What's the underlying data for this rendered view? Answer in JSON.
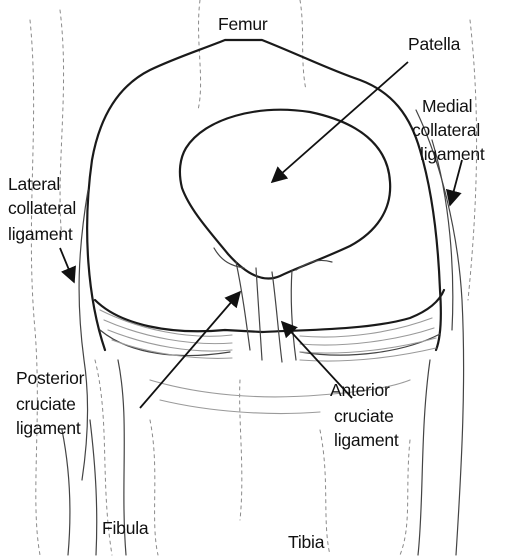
{
  "labels": {
    "femur": "Femur",
    "patella": "Patella",
    "medial_line1": "Medial",
    "medial_line2": "collateral",
    "medial_line3": "ligament",
    "lateral_line1": "Lateral",
    "lateral_line2": "collateral",
    "lateral_line3": "ligament",
    "posterior_line1": "Posterior",
    "posterior_line2": "cruciate",
    "posterior_line3": "ligament",
    "anterior_line1": "Anterior",
    "anterior_line2": "cruciate",
    "anterior_line3": "ligament",
    "fibula": "Fibula",
    "tibia": "Tibia"
  },
  "colors": {
    "line": "#1a1a1a",
    "shading": "#9a9a9a",
    "background": "#ffffff"
  }
}
